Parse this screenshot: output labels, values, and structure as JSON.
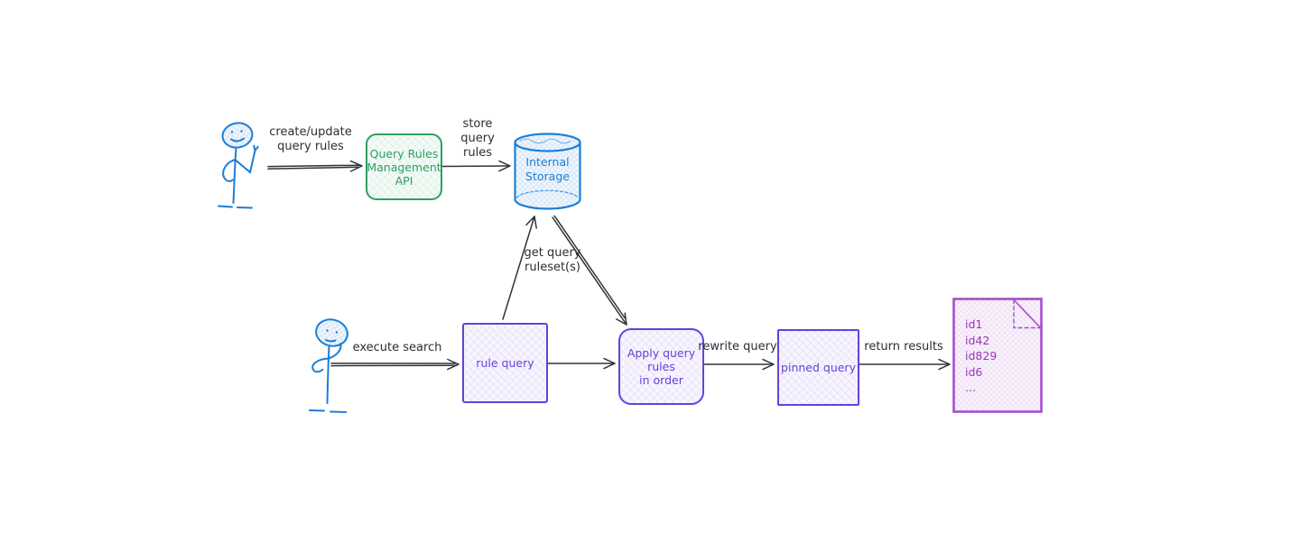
{
  "colors": {
    "actor_blue": "#1c7ed6",
    "api_green": "#2f9e62",
    "flow_violet": "#6741d9",
    "doc_grape": "#9c36b5",
    "edge_ink": "#2a2e33"
  },
  "edge_labels": {
    "create_update": [
      "create/update",
      "query rules"
    ],
    "store_rules": [
      "store",
      "query",
      "rules"
    ],
    "get_ruleset": [
      "get query",
      "ruleset(s)"
    ],
    "execute_search": "execute search",
    "rewrite_query": "rewrite query",
    "return_results": "return results"
  },
  "nodes": {
    "api": {
      "lines": [
        "Query Rules",
        "Management",
        "API"
      ]
    },
    "storage": {
      "lines": [
        "Internal",
        "Storage"
      ]
    },
    "rule_query": {
      "label": "rule query"
    },
    "apply_rules": {
      "lines": [
        "Apply query",
        "rules",
        "in order"
      ]
    },
    "pinned_query": {
      "label": "pinned query"
    },
    "results_doc": {
      "lines": [
        "id1",
        "id42",
        "id829",
        "id6",
        "..."
      ]
    }
  },
  "icons": {
    "admin_user": "person-waving-icon",
    "search_user": "person-thinking-icon",
    "storage": "database-cylinder-icon",
    "results": "document-page-icon"
  }
}
